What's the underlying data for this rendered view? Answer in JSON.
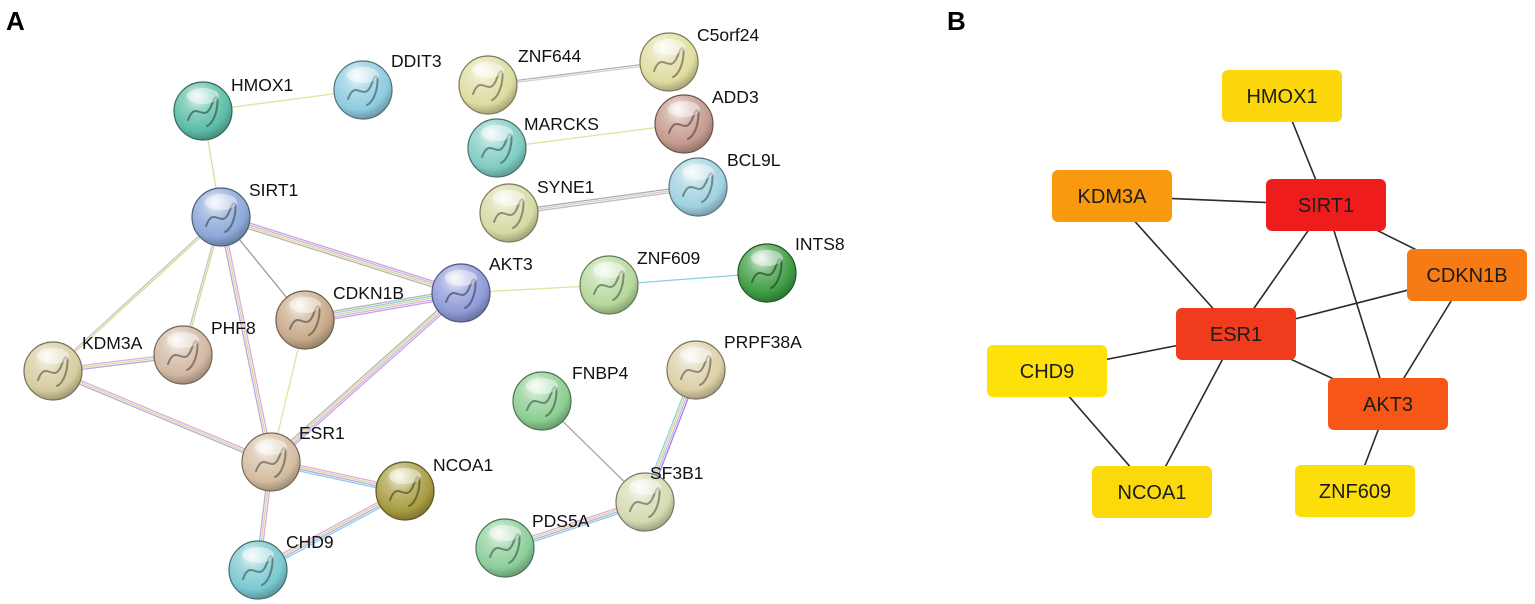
{
  "panel_a": {
    "label": "A",
    "nodes": [
      {
        "label": "HMOX1",
        "color": "#5cbda6"
      },
      {
        "label": "DDIT3",
        "color": "#8ecbe0"
      },
      {
        "label": "ZNF644",
        "color": "#dcdca0"
      },
      {
        "label": "C5orf24",
        "color": "#e0dca0"
      },
      {
        "label": "ADD3",
        "color": "#c49a8c"
      },
      {
        "label": "MARCKS",
        "color": "#80ccc4"
      },
      {
        "label": "BCL9L",
        "color": "#a0d2e0"
      },
      {
        "label": "SYNE1",
        "color": "#d6daa2"
      },
      {
        "label": "SIRT1",
        "color": "#8ba8d8"
      },
      {
        "label": "AKT3",
        "color": "#8f9ad8"
      },
      {
        "label": "ZNF609",
        "color": "#b6d89c"
      },
      {
        "label": "INTS8",
        "color": "#3e9c44"
      },
      {
        "label": "CDKN1B",
        "color": "#c8aa8a"
      },
      {
        "label": "PHF8",
        "color": "#d2b8a2"
      },
      {
        "label": "KDM3A",
        "color": "#d6cc9e"
      },
      {
        "label": "PRPF38A",
        "color": "#dcd0a8"
      },
      {
        "label": "FNBP4",
        "color": "#8ccf92"
      },
      {
        "label": "ESR1",
        "color": "#d4bda0"
      },
      {
        "label": "NCOA1",
        "color": "#a89c40"
      },
      {
        "label": "SF3B1",
        "color": "#d6dab2"
      },
      {
        "label": "PDS5A",
        "color": "#8ccf9a"
      },
      {
        "label": "CHD9",
        "color": "#7ac8d0"
      }
    ],
    "edges": [
      {
        "a": "HMOX1",
        "b": "DDIT3",
        "line_colors": [
          "#dfe59a"
        ]
      },
      {
        "a": "HMOX1",
        "b": "SIRT1",
        "line_colors": [
          "#d6e09c"
        ]
      },
      {
        "a": "ZNF644",
        "b": "C5orf24",
        "line_colors": [
          "#b0b0b0",
          "#d2d2d2"
        ]
      },
      {
        "a": "MARCKS",
        "b": "ADD3",
        "line_colors": [
          "#dfe59a"
        ]
      },
      {
        "a": "SYNE1",
        "b": "BCL9L",
        "line_colors": [
          "#aaaaaa",
          "#d0d0d0",
          "#bebebe"
        ]
      },
      {
        "a": "SIRT1",
        "b": "AKT3",
        "line_colors": [
          "#b9a8e8",
          "#e2a8e2",
          "#d2dc8c",
          "#b4b4b4"
        ]
      },
      {
        "a": "SIRT1",
        "b": "KDM3A",
        "line_colors": [
          "#d2dc8c",
          "#c4c4c4"
        ]
      },
      {
        "a": "SIRT1",
        "b": "PHF8",
        "line_colors": [
          "#d2dc8c",
          "#c4c4c4"
        ]
      },
      {
        "a": "SIRT1",
        "b": "CDKN1B",
        "line_colors": [
          "#9c9c9c"
        ]
      },
      {
        "a": "SIRT1",
        "b": "ESR1",
        "line_colors": [
          "#e2a8e2",
          "#d2dc8c",
          "#b9a8e8"
        ]
      },
      {
        "a": "AKT3",
        "b": "CDKN1B",
        "line_colors": [
          "#b9a8e8",
          "#e2a8e2",
          "#d2dc8c",
          "#8ccfe6",
          "#b4b4b4"
        ]
      },
      {
        "a": "AKT3",
        "b": "ESR1",
        "line_colors": [
          "#b9a8e8",
          "#e2a8e2",
          "#d2dc8c",
          "#b4b4b4"
        ]
      },
      {
        "a": "AKT3",
        "b": "ZNF609",
        "line_colors": [
          "#dfe59a"
        ]
      },
      {
        "a": "ZNF609",
        "b": "INTS8",
        "line_colors": [
          "#8ccfe6"
        ]
      },
      {
        "a": "CDKN1B",
        "b": "ESR1",
        "line_colors": [
          "#dfe59a"
        ]
      },
      {
        "a": "KDM3A",
        "b": "PHF8",
        "line_colors": [
          "#e2a8e2",
          "#d2dc8c",
          "#b9a8e8"
        ]
      },
      {
        "a": "KDM3A",
        "b": "ESR1",
        "line_colors": [
          "#e2a8e2",
          "#d2dc8c",
          "#b9a8e8"
        ]
      },
      {
        "a": "ESR1",
        "b": "NCOA1",
        "line_colors": [
          "#e2a8e2",
          "#d2dc8c",
          "#b9a8e8",
          "#8ccfe6"
        ]
      },
      {
        "a": "ESR1",
        "b": "CHD9",
        "line_colors": [
          "#e2a8e2",
          "#d2dc8c",
          "#b9a8e8"
        ]
      },
      {
        "a": "CHD9",
        "b": "NCOA1",
        "line_colors": [
          "#e2a8e2",
          "#d2dc8c",
          "#b9a8e8",
          "#8ccfe6"
        ]
      },
      {
        "a": "FNBP4",
        "b": "SF3B1",
        "line_colors": [
          "#a8a8a8"
        ]
      },
      {
        "a": "PRPF38A",
        "b": "SF3B1",
        "line_colors": [
          "#8c8ce8",
          "#e2a8e2",
          "#d2dc8c",
          "#8ccfe6"
        ]
      },
      {
        "a": "PDS5A",
        "b": "SF3B1",
        "line_colors": [
          "#e2a8e2",
          "#d2dc8c",
          "#b9a8e8",
          "#8ccfe6"
        ]
      }
    ]
  },
  "panel_b": {
    "label": "B",
    "edge_color": "#2b2b2b",
    "nodes": [
      {
        "label": "HMOX1",
        "color": "#fbd70b"
      },
      {
        "label": "KDM3A",
        "color": "#f9990e"
      },
      {
        "label": "SIRT1",
        "color": "#ee1c1c"
      },
      {
        "label": "CDKN1B",
        "color": "#f67b15"
      },
      {
        "label": "ESR1",
        "color": "#f03b1c"
      },
      {
        "label": "CHD9",
        "color": "#fde108"
      },
      {
        "label": "AKT3",
        "color": "#f65616"
      },
      {
        "label": "NCOA1",
        "color": "#fcd90a"
      },
      {
        "label": "ZNF609",
        "color": "#fcdf0a"
      }
    ],
    "edges": [
      [
        "HMOX1",
        "SIRT1"
      ],
      [
        "KDM3A",
        "SIRT1"
      ],
      [
        "KDM3A",
        "ESR1"
      ],
      [
        "SIRT1",
        "ESR1"
      ],
      [
        "SIRT1",
        "CDKN1B"
      ],
      [
        "SIRT1",
        "AKT3"
      ],
      [
        "CDKN1B",
        "ESR1"
      ],
      [
        "CDKN1B",
        "AKT3"
      ],
      [
        "ESR1",
        "CHD9"
      ],
      [
        "ESR1",
        "AKT3"
      ],
      [
        "ESR1",
        "NCOA1"
      ],
      [
        "CHD9",
        "NCOA1"
      ],
      [
        "AKT3",
        "ZNF609"
      ]
    ]
  }
}
